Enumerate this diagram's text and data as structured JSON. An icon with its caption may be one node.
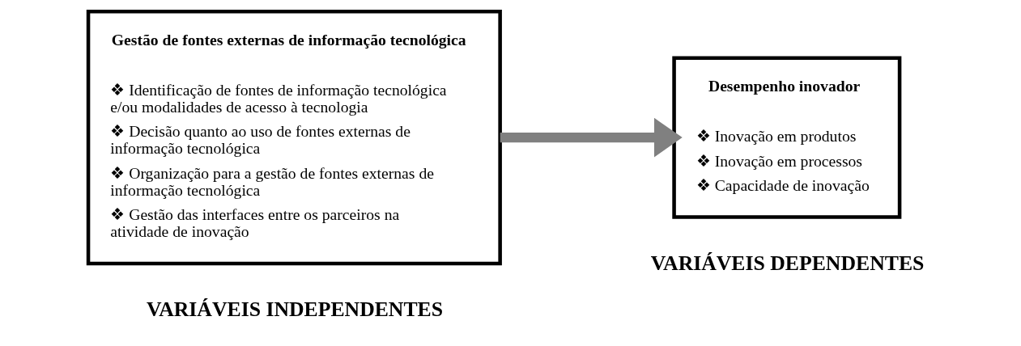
{
  "diagram": {
    "nodes": [
      {
        "text": [
          "Gestão de fontes externas de informação tecnológica",
          "❖ Identificação de fontes de informação tecnológica e/ou modalidades de acesso à tecnologia",
          "❖ Decisão quanto ao uso de fontes externas de informação tecnológica",
          "❖ Organização para a gestão de fontes externas de informação tecnológica",
          "❖ Gestão das interfaces entre os parceiros na atividade de inovação"
        ],
        "beside": [
          "VARIÁVEIS INDEPENDENTES"
        ]
      },
      {
        "text": [
          "Desempenho inovador",
          "❖ Inovação em produtos",
          "❖ Inovação em processos",
          "❖ Capacidade de inovação"
        ],
        "beside": [
          "VARIÁVEIS DEPENDENTES"
        ]
      }
    ],
    "edges": [
      {
        "from": 0,
        "to": 1,
        "arrow": "to"
      }
    ]
  }
}
